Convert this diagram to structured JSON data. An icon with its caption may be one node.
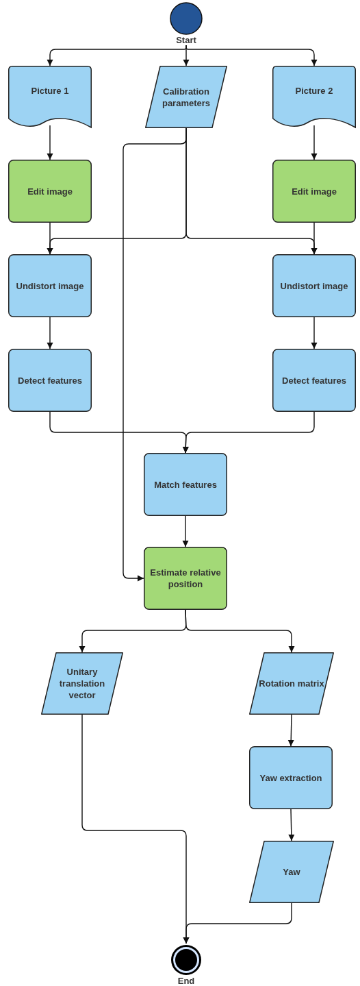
{
  "diagram": {
    "nodes": [
      {
        "text": [
          "Start"
        ]
      },
      {
        "text": [
          "Picture 1"
        ]
      },
      {
        "text": [
          "Calibration parameters"
        ]
      },
      {
        "text": [
          "Picture 2"
        ]
      },
      {
        "text": [
          "Edit image"
        ]
      },
      {
        "text": [
          "Edit image"
        ]
      },
      {
        "text": [
          "Undistort image"
        ]
      },
      {
        "text": [
          "Undistort image"
        ]
      },
      {
        "text": [
          "Detect features"
        ]
      },
      {
        "text": [
          "Detect features"
        ]
      },
      {
        "text": [
          "Match features"
        ]
      },
      {
        "text": [
          "Estimate relative position"
        ]
      },
      {
        "text": [
          "Unitary translation vector"
        ]
      },
      {
        "text": [
          "Rotation matrix"
        ]
      },
      {
        "text": [
          "Yaw extraction"
        ]
      },
      {
        "text": [
          "Yaw"
        ]
      },
      {
        "text": [
          "End"
        ]
      }
    ],
    "edges": [
      {
        "from": 0,
        "to": 1,
        "arrow": "to"
      },
      {
        "from": 0,
        "to": 2,
        "arrow": "to"
      },
      {
        "from": 0,
        "to": 3,
        "arrow": "to"
      },
      {
        "from": 1,
        "to": 4,
        "arrow": "to"
      },
      {
        "from": 3,
        "to": 5,
        "arrow": "to"
      },
      {
        "from": 4,
        "to": 6,
        "arrow": "to"
      },
      {
        "from": 5,
        "to": 7,
        "arrow": "to"
      },
      {
        "from": 2,
        "to": 6,
        "arrow": "to"
      },
      {
        "from": 2,
        "to": 7,
        "arrow": "to"
      },
      {
        "from": 2,
        "to": 11,
        "arrow": "to"
      },
      {
        "from": 6,
        "to": 8,
        "arrow": "to"
      },
      {
        "from": 7,
        "to": 9,
        "arrow": "to"
      },
      {
        "from": 8,
        "to": 10,
        "arrow": "to"
      },
      {
        "from": 9,
        "to": 10,
        "arrow": "to"
      },
      {
        "from": 10,
        "to": 11,
        "arrow": "to"
      },
      {
        "from": 11,
        "to": 12,
        "arrow": "to"
      },
      {
        "from": 11,
        "to": 13,
        "arrow": "to"
      },
      {
        "from": 13,
        "to": 14,
        "arrow": "to"
      },
      {
        "from": 14,
        "to": 15,
        "arrow": "to"
      },
      {
        "from": 12,
        "to": 16,
        "arrow": "to"
      },
      {
        "from": 15,
        "to": 16,
        "arrow": "to"
      }
    ]
  }
}
